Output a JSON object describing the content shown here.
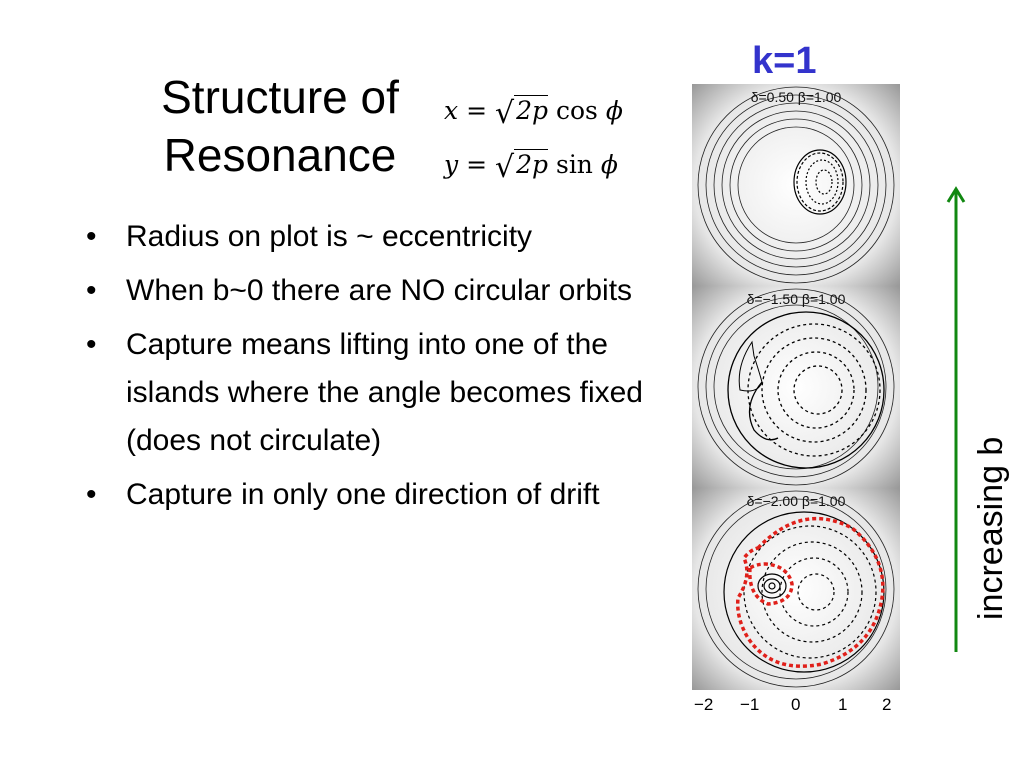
{
  "slide": {
    "title_line1": "Structure of",
    "title_line2": "Resonance",
    "eq1": {
      "lhs": "x",
      "coef": "2p",
      "fn": "cos",
      "var": "ϕ"
    },
    "eq2": {
      "lhs": "y",
      "coef": "2p",
      "fn": "sin",
      "var": "ϕ"
    },
    "bullets": [
      "Radius on plot is ~ eccentricity",
      "When b~0 there are NO circular orbits",
      "Capture means lifting into one of the islands where the angle becomes fixed (does not circulate)",
      "Capture in only one direction of drift"
    ],
    "k_label": "k=1",
    "side_label": "increasing b",
    "arrow_color": "#118811",
    "k_color": "#3333cc"
  },
  "figure": {
    "panels": [
      {
        "label": "δ=0.50 β=1.00"
      },
      {
        "label": "δ=−1.50 β=1.00"
      },
      {
        "label": "δ=−2.00 β=1.00"
      }
    ],
    "x_ticks": [
      "−2",
      "−1",
      "0",
      "1",
      "2"
    ]
  }
}
